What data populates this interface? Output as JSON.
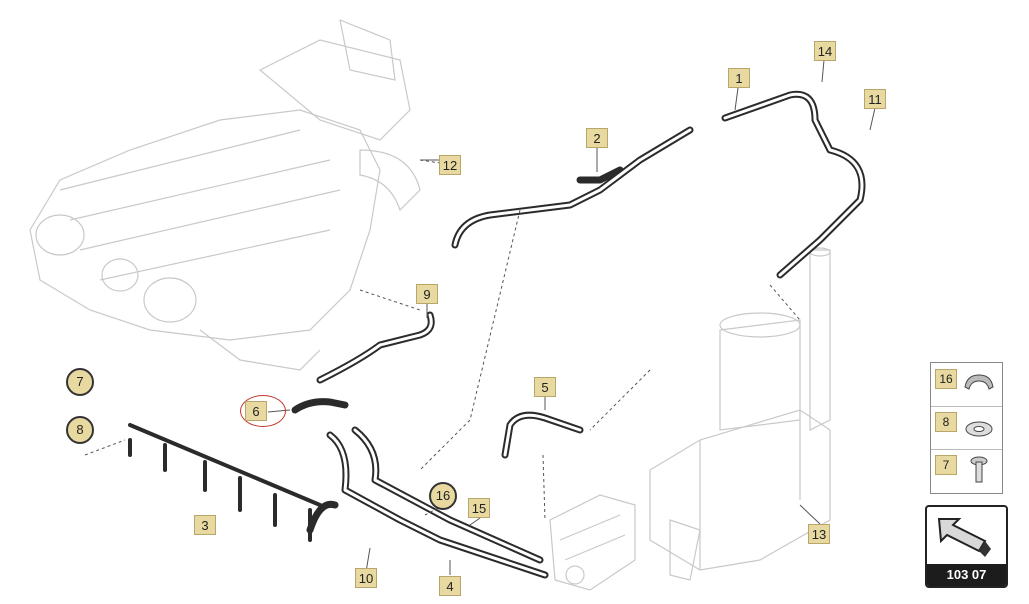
{
  "diagram": {
    "callouts": [
      {
        "id": "callout-1",
        "label": "1"
      },
      {
        "id": "callout-2",
        "label": "2"
      },
      {
        "id": "callout-3",
        "label": "3"
      },
      {
        "id": "callout-4",
        "label": "4"
      },
      {
        "id": "callout-5",
        "label": "5"
      },
      {
        "id": "callout-6",
        "label": "6"
      },
      {
        "id": "callout-7",
        "label": "7"
      },
      {
        "id": "callout-8",
        "label": "8"
      },
      {
        "id": "callout-9",
        "label": "9"
      },
      {
        "id": "callout-10",
        "label": "10"
      },
      {
        "id": "callout-11",
        "label": "11"
      },
      {
        "id": "callout-12",
        "label": "12"
      },
      {
        "id": "callout-13",
        "label": "13"
      },
      {
        "id": "callout-14",
        "label": "14"
      },
      {
        "id": "callout-15",
        "label": "15"
      },
      {
        "id": "callout-16",
        "label": "16"
      }
    ],
    "legend": [
      {
        "label": "16",
        "icon": "clip-icon"
      },
      {
        "label": "8",
        "icon": "washer-icon"
      },
      {
        "label": "7",
        "icon": "bolt-icon"
      }
    ],
    "reference": {
      "label": "103 07",
      "icon": "arrow-icon"
    },
    "colors": {
      "callout_fill": "#e8d9a0",
      "line": "#555555",
      "highlight": "#c0392b"
    }
  }
}
